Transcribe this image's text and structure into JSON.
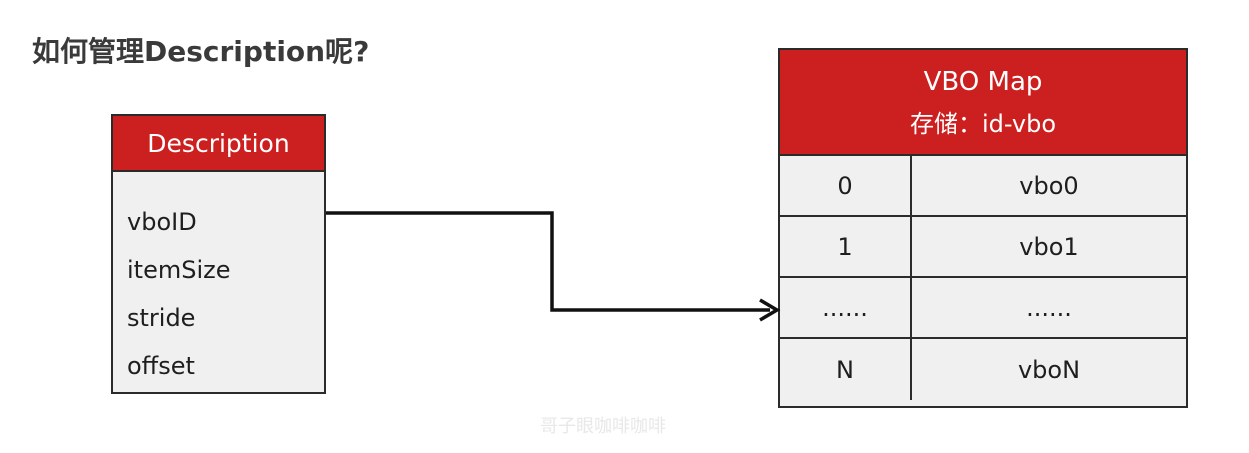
{
  "page": {
    "title": "如何管理Description呢?"
  },
  "description_box": {
    "header": "Description",
    "fields": [
      "vboID",
      "itemSize",
      "stride",
      "offset"
    ]
  },
  "vbo_map": {
    "title": "VBO Map",
    "subtitle": "存储：id-vbo",
    "rows": [
      {
        "key": "0",
        "value": "vbo0"
      },
      {
        "key": "1",
        "value": "vbo1"
      },
      {
        "key": "......",
        "value": "......"
      },
      {
        "key": "N",
        "value": "vboN"
      }
    ]
  },
  "watermark": "哥子眼咖啡咖啡",
  "colors": {
    "header_red": "#cc1f1f",
    "box_fill": "#f0f0f0",
    "line": "#111111"
  }
}
